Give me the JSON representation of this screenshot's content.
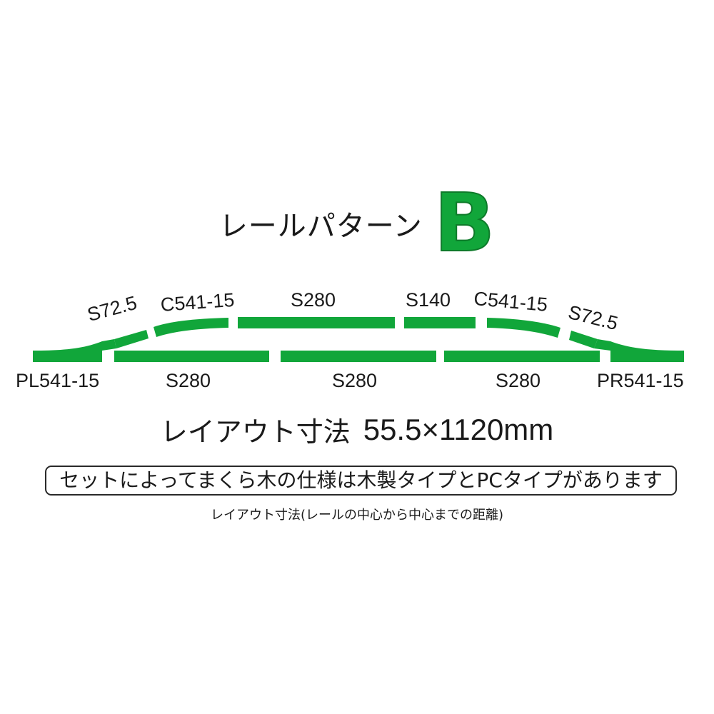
{
  "title": {
    "text": "レールパターン",
    "letter": "B"
  },
  "colors": {
    "track": "#11a63a",
    "track_outline": "#0e7a2a",
    "text": "#1a1a1a"
  },
  "rail_labels": {
    "upper": [
      "S72.5",
      "C541-15",
      "S280",
      "S140",
      "C541-15",
      "S72.5"
    ],
    "lower": [
      "PL541-15",
      "S280",
      "S280",
      "S280",
      "PR541-15"
    ]
  },
  "layout_dimensions": {
    "label": "レイアウト寸法",
    "value": "55.5×1120mm"
  },
  "note": "セットによってまくら木の仕様は木製タイプとPCタイプがあります",
  "footnote": "レイアウト寸法(レールの中心から中心までの距離)"
}
